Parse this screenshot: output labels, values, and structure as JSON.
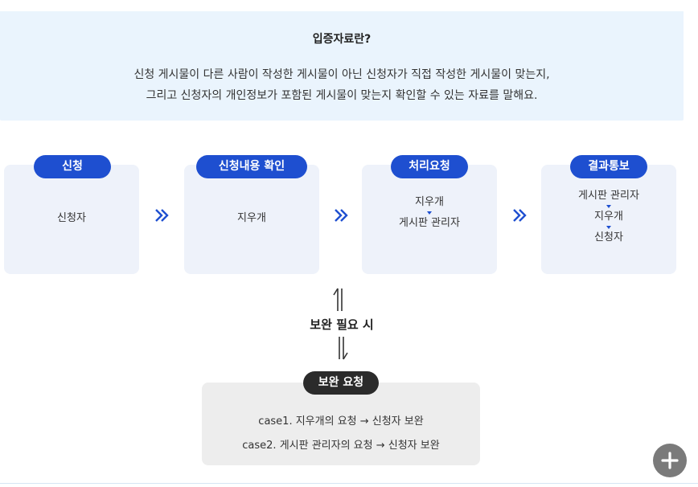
{
  "info": {
    "title": "입증자료란?",
    "line1": "신청 게시물이 다른 사람이 작성한 게시물이 아닌 신청자가 직접 작성한 게시물이 맞는지,",
    "line2": "그리고 신청자의 개인정보가 포함된 게시물이 맞는지 확인할 수 있는 자료를 말해요."
  },
  "steps": [
    {
      "title": "신청",
      "items": [
        "신청자"
      ]
    },
    {
      "title": "신청내용 확인",
      "items": [
        "지우개"
      ]
    },
    {
      "title": "처리요청",
      "items": [
        "지우개",
        "게시판 관리자"
      ]
    },
    {
      "title": "결과통보",
      "items": [
        "게시판 관리자",
        "지우개",
        "신청자"
      ]
    }
  ],
  "supplement": {
    "condition_label": "보완 필요 시",
    "title": "보완 요청",
    "case1": "case1. 지우개의 요청 → 신청자 보완",
    "case2": "case2. 게시판 관리자의 요청 → 신청자 보완"
  },
  "colors": {
    "accent": "#1e4fd0",
    "info_bg": "#eaf4fd",
    "card_bg": "#eef2fa",
    "supp_bg": "#ededed",
    "supp_pill": "#2b2b2b"
  },
  "icons": {
    "next": "double-chevron-right-icon",
    "down": "triangle-down-icon",
    "exchange": "up-down-arrows-icon",
    "plus": "plus-icon"
  }
}
